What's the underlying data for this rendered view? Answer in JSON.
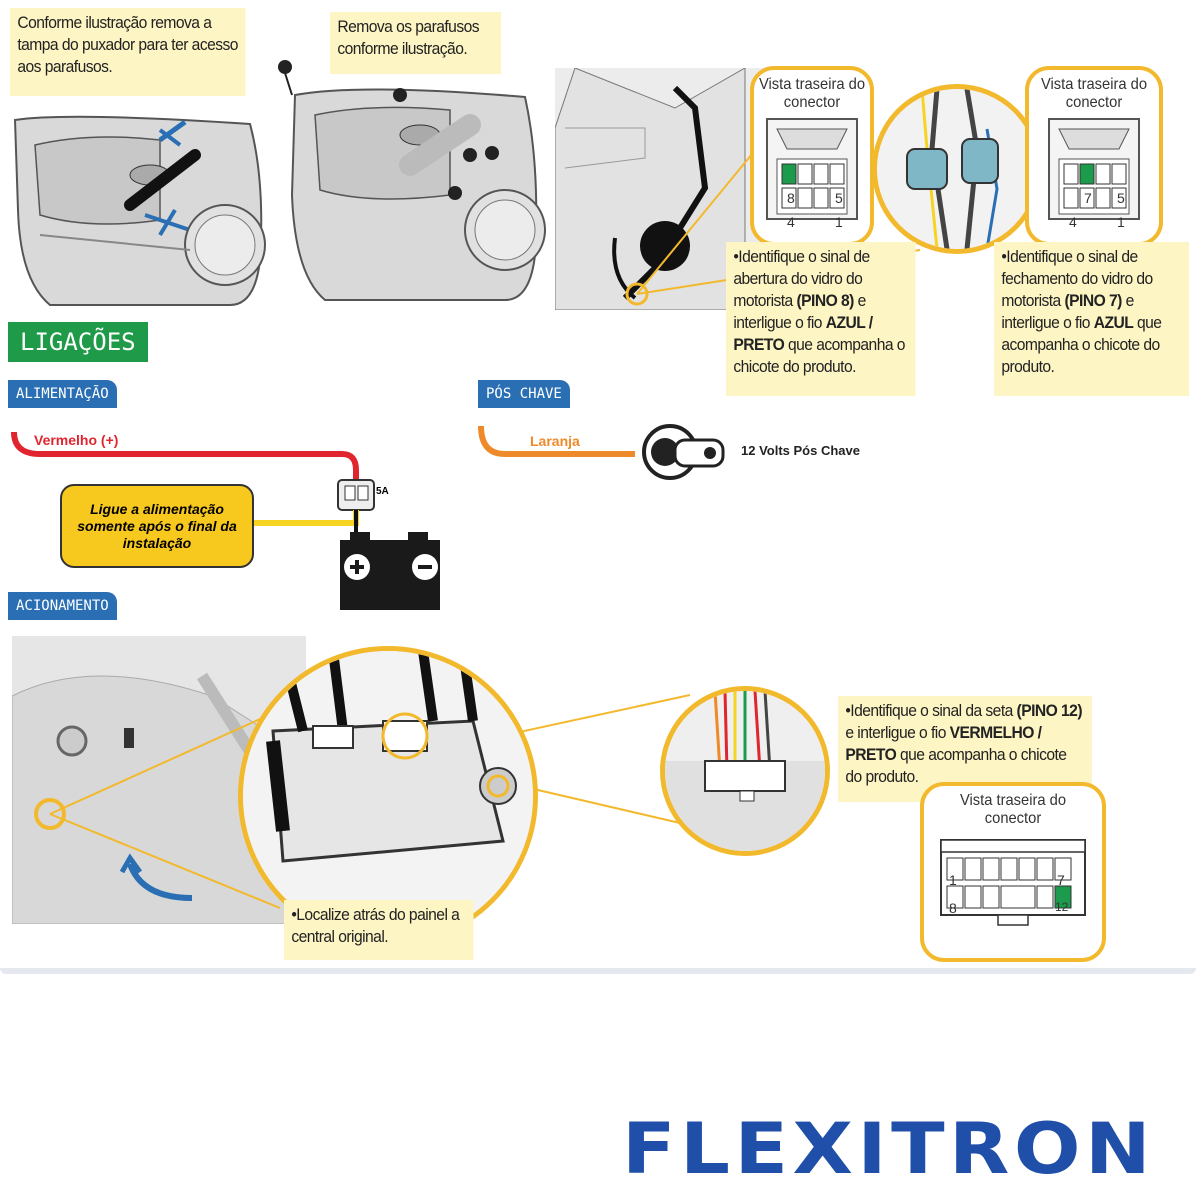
{
  "step1": {
    "text": "Conforme ilustração remova a tampa do puxador para ter acesso aos parafusos."
  },
  "step2": {
    "text": "Remova os parafusos conforme ilustração."
  },
  "connector_view_label": "Vista traseira do conector",
  "driver_open": {
    "pin_green": "8",
    "pin_5": "5",
    "pin_4": "4",
    "pin_1": "1",
    "note_prefix": "•Identifique o sinal de abertura do vidro do motorista ",
    "note_pin": "(PINO 8)",
    "note_mid": " e interligue o fio ",
    "note_wire": "AZUL / PRETO",
    "note_suffix": " que acompanha o chicote do produto."
  },
  "driver_close": {
    "pin_green": "7",
    "pin_5": "5",
    "pin_4": "4",
    "pin_1": "1",
    "note_prefix": "•Identifique o sinal de fechamento do vidro do motorista ",
    "note_pin": "(PINO 7)",
    "note_mid": " e interligue o fio ",
    "note_wire": "AZUL",
    "note_suffix": " que acompanha o chicote do produto."
  },
  "ligacoes_title": "LIGAÇÕES",
  "alimentacao": {
    "tag": "ALIMENTAÇÃO",
    "wire_label": "Vermelho (+)",
    "fuse_label": "5A",
    "warning": "Ligue a alimentação somente após o final da instalação"
  },
  "pos_chave": {
    "tag": "PÓS CHAVE",
    "wire_label": "Laranja",
    "ignition_label": "12 Volts Pós Chave"
  },
  "acionamento": {
    "tag": "ACIONAMENTO",
    "locate_note": "•Localize atrás do painel a central original.",
    "seta_prefix": "•Identifique o sinal da seta ",
    "seta_pin": "(PINO 12)",
    "seta_mid": " e interligue o fio ",
    "seta_wire": "VERMELHO / PRETO",
    "seta_suffix": " que acompanha o chicote do produto.",
    "pins": {
      "p1": "1",
      "p7": "7",
      "p8": "8",
      "p12": "12"
    }
  },
  "brand": "FLEXITRON",
  "colors": {
    "tag_blue": "#2a6fb4",
    "ligacoes_green": "#1f9a48",
    "wire_red": "#e0252e",
    "wire_orange": "#ef8a2a",
    "wire_yellow": "#f7d424",
    "highlight_orange": "#f3b92c",
    "pin_green": "#1b9b4b",
    "note_bg": "#fdf5c4",
    "brand_blue": "#1f4fa8"
  }
}
